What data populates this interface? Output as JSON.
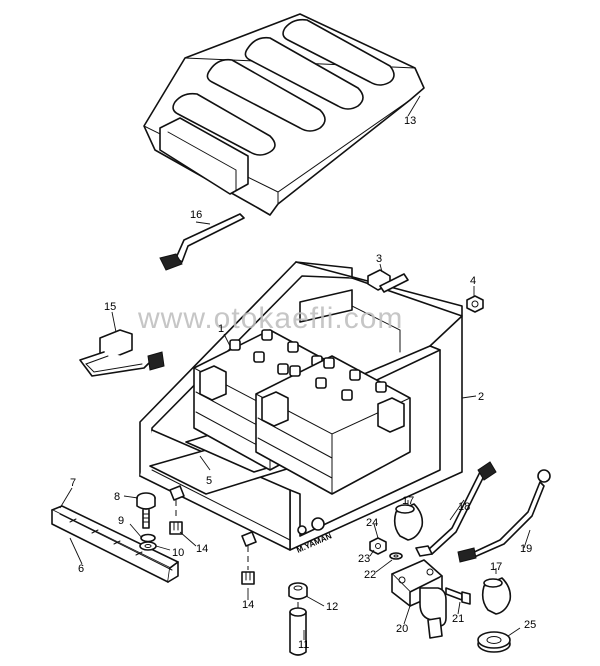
{
  "watermark": "www.otokaefli.com",
  "frame_stamp": "M.YAMAN",
  "callouts": [
    "1",
    "2",
    "3",
    "4",
    "5",
    "6",
    "7",
    "8",
    "9",
    "10",
    "11",
    "12",
    "13",
    "14",
    "14",
    "15",
    "16",
    "17",
    "17",
    "18",
    "19",
    "20",
    "21",
    "22",
    "23",
    "24",
    "25"
  ]
}
